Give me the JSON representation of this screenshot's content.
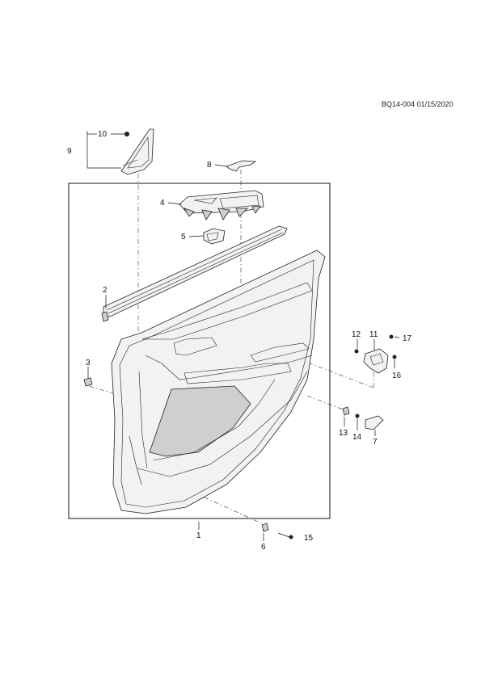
{
  "reference": "BQ14-004 01/15/2020",
  "callouts": {
    "c1": "1",
    "c2": "2",
    "c3": "3",
    "c4": "4",
    "c5": "5",
    "c6": "6",
    "c7": "7",
    "c8": "8",
    "c9": "9",
    "c10": "10",
    "c11": "11",
    "c12": "12",
    "c13": "13",
    "c14": "14",
    "c15": "15",
    "c16": "16",
    "c17": "17"
  }
}
